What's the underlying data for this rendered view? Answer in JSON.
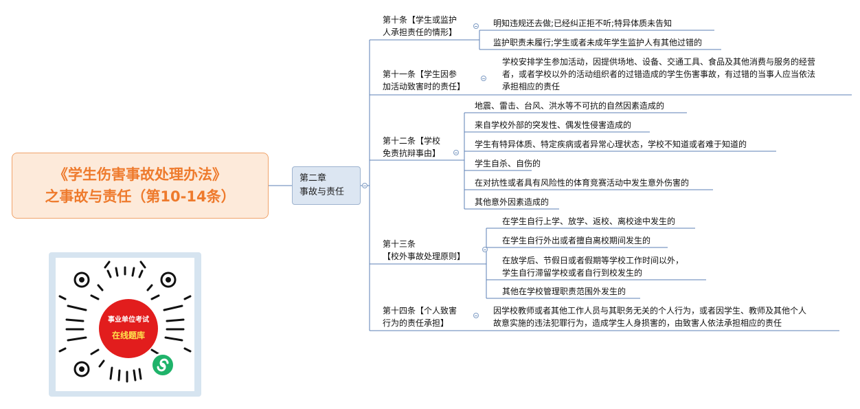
{
  "root": {
    "title_line1": "《学生伤害事故处理办法》",
    "title_line2": "之事故与责任（第10-14条）"
  },
  "chapter": {
    "line1": "第二章",
    "line2": "事故与责任"
  },
  "articles": [
    {
      "title_line1": "第十条【学生或监护",
      "title_line2": "人承担责任的情形】",
      "items": [
        "明知违规还去做;已经纠正拒不听;特异体质未告知",
        "监护职责未履行;学生或者未成年学生监护人有其他过错的"
      ]
    },
    {
      "title_line1": "第十一条【学生因参",
      "title_line2": "加活动致害时的责任】",
      "items": [
        "学校安排学生参加活动，因提供场地、设备、交通工具、食品及其他消费与服务的经营",
        "者，或者学校以外的活动组织者的过错造成的学生伤害事故，有过错的当事人应当依法",
        "承担相应的责任"
      ]
    },
    {
      "title_line1": "第十二条【学校",
      "title_line2": "免责抗辩事由】",
      "items": [
        "地震、雷击、台风、洪水等不可抗的自然因素造成的",
        "来自学校外部的突发性、偶发性侵害造成的",
        "学生有特异体质、特定疾病或者异常心理状态，学校不知道或者难于知道的",
        "学生自杀、自伤的",
        "在对抗性或者具有风险性的体育竞赛活动中发生意外伤害的",
        "其他意外因素造成的"
      ]
    },
    {
      "title_line1": "第十三条",
      "title_line2": "【校外事故处理原则】",
      "items": [
        "在学生自行上学、放学、返校、离校途中发生的",
        "在学生自行外出或者擅自离校期间发生的",
        "在放学后、节假日或者假期等学校工作时间以外，",
        "学生自行滞留学校或者自行到校发生的",
        "其他在学校管理职责范围外发生的"
      ]
    },
    {
      "title_line1": "第十四条【个人致害",
      "title_line2": "行为的责任承担】",
      "items": [
        "因学校教师或者其他工作人员与其职务无关的个人行为，或者因学生、教师及其他个人",
        "故意实施的违法犯罪行为，造成学生人身损害的，由致害人依法承担相应的责任"
      ]
    }
  ],
  "qr": {
    "badge_line1": "事业单位考试",
    "badge_line2": "在线题库",
    "icon": "mini-program-icon"
  },
  "colors": {
    "root_text": "#ee7a2c",
    "root_fill": "#fdeada",
    "chapter_fill": "#dce6f2",
    "line": "#5b7fb5",
    "qr_badge": "#e21d1d",
    "qr_badge_text2": "#ffe44d"
  }
}
